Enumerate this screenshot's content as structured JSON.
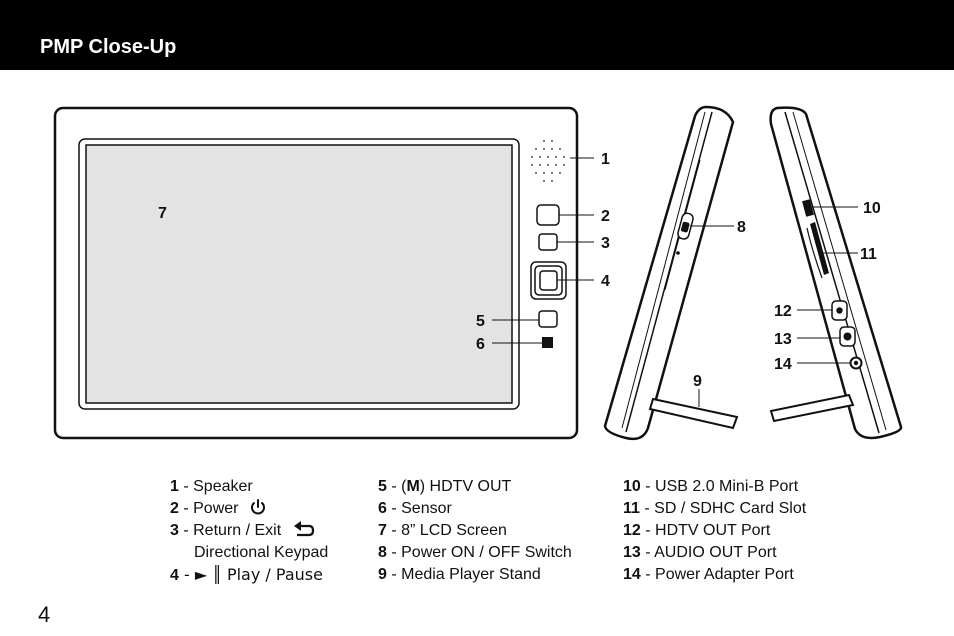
{
  "header": {
    "title": "PMP Close-Up"
  },
  "callouts": {
    "speaker": "1",
    "power": "2",
    "return": "3",
    "keypad": "4",
    "hdtv_button": "5",
    "sensor": "6",
    "screen": "7",
    "power_switch": "8",
    "stand": "9",
    "usb": "10",
    "sd": "11",
    "hdtv_port": "12",
    "audio": "13",
    "adapter": "14"
  },
  "legend": {
    "col1": [
      {
        "num": "1",
        "text": " - Speaker"
      },
      {
        "num": "2",
        "text": " - Power",
        "icon": "power-icon"
      },
      {
        "num": "3",
        "text": " - Return / Exit",
        "icon": "return-arrow-icon"
      },
      {
        "num": "",
        "text": "Directional Keypad"
      },
      {
        "num": "4",
        "text": " - ► ║ Play / Pause"
      }
    ],
    "col2": [
      {
        "num": "5",
        "pre": " - (",
        "bold": "M",
        "text": ") HDTV OUT"
      },
      {
        "num": "6",
        "text": " - Sensor"
      },
      {
        "num": "7",
        "text": " - 8” LCD Screen"
      },
      {
        "num": "8",
        "text": " - Power ON / OFF Switch"
      },
      {
        "num": "9",
        "text": " - Media Player Stand"
      }
    ],
    "col3": [
      {
        "num": "10",
        "text": " - USB 2.0 Mini-B Port"
      },
      {
        "num": "11",
        "text": " - SD / SDHC Card Slot"
      },
      {
        "num": "12",
        "text": " - HDTV OUT Port"
      },
      {
        "num": "13",
        "text": " - AUDIO OUT Port"
      },
      {
        "num": "14",
        "text": " - Power Adapter Port"
      }
    ]
  },
  "page_number": "4"
}
